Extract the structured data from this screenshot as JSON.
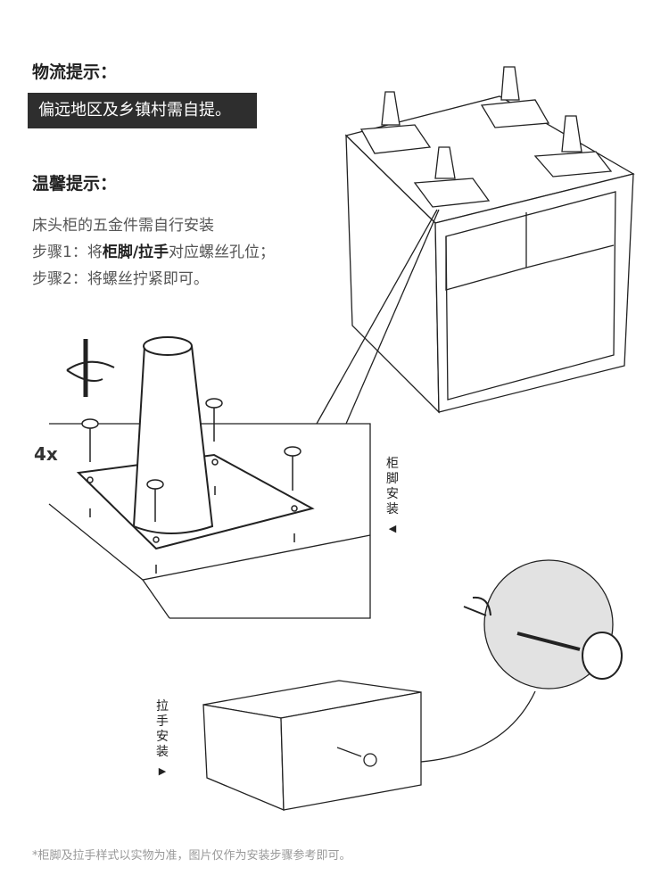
{
  "logistics": {
    "title": "物流提示：",
    "notice": "偏远地区及乡镇村需自提。"
  },
  "tips": {
    "title": "温馨提示：",
    "line1": "床头柜的五金件需自行安装",
    "step1_prefix": "步骤1：将",
    "step1_leg": "柜脚",
    "step1_sep": "/",
    "step1_handle": "拉手",
    "step1_suffix": "对应螺丝孔位；",
    "step2": "步骤2：将螺丝拧紧即可。"
  },
  "diagram": {
    "quantity": "4x",
    "leg_label": "柜脚安装",
    "leg_arrow": "◀",
    "handle_label": "拉手安装",
    "handle_arrow": "▶"
  },
  "footnote": "*柜脚及拉手样式以实物为准，图片仅作为安装步骤参考即可。"
}
